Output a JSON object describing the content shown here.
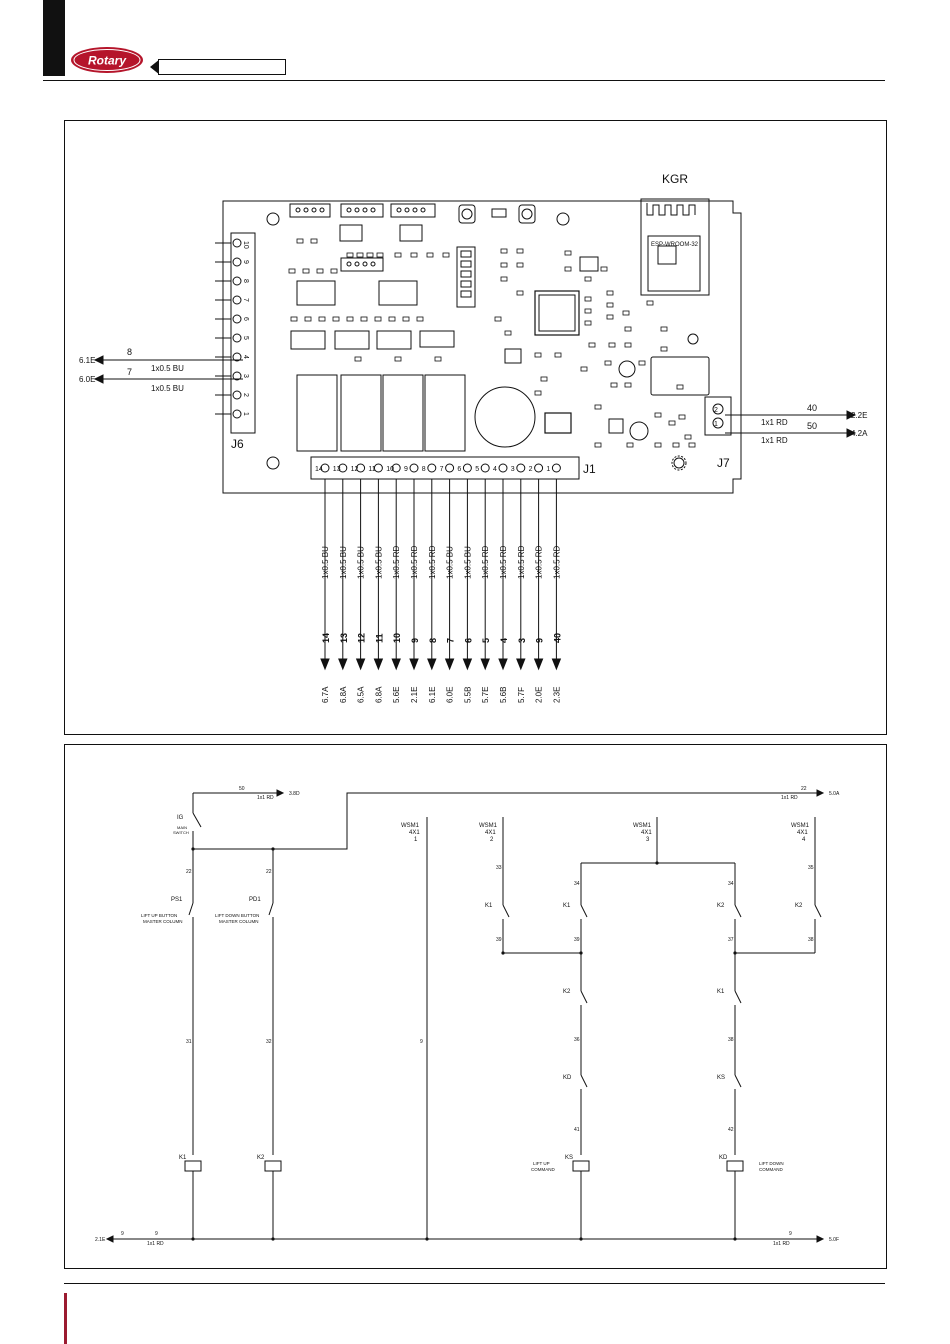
{
  "header": {
    "logo_text": "Rotary",
    "title_box_text": ""
  },
  "board": {
    "title": "KGR",
    "module_label": "ESP-WROOM-32",
    "connectors": {
      "j6": "J6",
      "j7": "J7",
      "j1": "J1"
    },
    "j6_pins": [
      "10",
      "9",
      "8",
      "7",
      "6",
      "5",
      "4",
      "3",
      "2",
      "1"
    ],
    "j1_pins": [
      "14",
      "13",
      "12",
      "11",
      "10",
      "9",
      "8",
      "7",
      "6",
      "5",
      "4",
      "3",
      "2",
      "1"
    ],
    "j7_pins": [
      "2",
      "1"
    ]
  },
  "left_wires": [
    {
      "num": "8",
      "spec": "1x0.5  BU",
      "ref": "6.1E"
    },
    {
      "num": "7",
      "spec": "1x0.5  BU",
      "ref": "6.0E"
    }
  ],
  "right_wires": [
    {
      "num": "40",
      "spec": "1x1  RD",
      "ref": "2.2E"
    },
    {
      "num": "50",
      "spec": "1x1  RD",
      "ref": "4.2A"
    }
  ],
  "bottom_wires": [
    {
      "spec": "1x0.5  BU",
      "num": "14",
      "ref": "6.7A"
    },
    {
      "spec": "1x0.5  BU",
      "num": "13",
      "ref": "6.8A"
    },
    {
      "spec": "1x0.5  BU",
      "num": "12",
      "ref": "6.5A"
    },
    {
      "spec": "1x0.5  BU",
      "num": "11",
      "ref": "6.8A"
    },
    {
      "spec": "1x0.5  RD",
      "num": "10",
      "ref": "5.6E"
    },
    {
      "spec": "1x0.5  RD",
      "num": "9",
      "ref": "2.1E"
    },
    {
      "spec": "1x0.5  RD",
      "num": "8",
      "ref": "6.1E"
    },
    {
      "spec": "1x0.5  BU",
      "num": "7",
      "ref": "6.0E"
    },
    {
      "spec": "1x0.5  BU",
      "num": "6",
      "ref": "5.5B"
    },
    {
      "spec": "1x0.5  RD",
      "num": "5",
      "ref": "5.7E"
    },
    {
      "spec": "1x0.5  RD",
      "num": "4",
      "ref": "5.6B"
    },
    {
      "spec": "1x0.5  RD",
      "num": "3",
      "ref": "5.7F"
    },
    {
      "spec": "1x0.5  RD",
      "num": "9",
      "ref": "2.0E"
    },
    {
      "spec": "1x0.5  RD",
      "num": "40",
      "ref": "2.3E"
    }
  ],
  "schematic": {
    "top_left_wire": {
      "num": "50",
      "spec": "1x1  RD",
      "ref": "3.8D"
    },
    "top_right_wire": {
      "num": "22",
      "spec": "1x1  RD",
      "ref": "5.0A"
    },
    "bottom_left_wire": {
      "ref": "2.1E",
      "num": "9",
      "num2": "9",
      "spec": "1x1  RD"
    },
    "bottom_right_wire": {
      "num": "9",
      "spec": "1x1  RD",
      "ref": "5.0F"
    },
    "main_switch": {
      "tag": "IG",
      "label1": "MAIN",
      "label2": "SWITCH"
    },
    "ps1": {
      "tag": "PS1",
      "label1": "LIFT UP BUTTON",
      "label2": "MASTER COLUMN"
    },
    "pd1": {
      "tag": "PD1",
      "label1": "LIFT DOWN BUTTON",
      "label2": "MASTER COLUMN"
    },
    "wsm": [
      {
        "tag": "WSM1",
        "sub": "4X1",
        "idx": "1"
      },
      {
        "tag": "WSM1",
        "sub": "4X1",
        "idx": "2"
      },
      {
        "tag": "WSM1",
        "sub": "4X1",
        "idx": "3"
      },
      {
        "tag": "WSM1",
        "sub": "4X1",
        "idx": "4"
      }
    ],
    "contacts": {
      "k1a": "K1",
      "k1b": "K1",
      "k2a": "K2",
      "k2b": "K2",
      "k2c": "K2",
      "k1c": "K1",
      "kd": "KD",
      "ks": "KS"
    },
    "coils": {
      "k1": "K1",
      "k2": "K2",
      "ks": "KS",
      "kd": "KD",
      "ks_label1": "LIFT UP",
      "ks_label2": "COMMAND",
      "kd_label1": "LIFT DOWN",
      "kd_label2": "COMMAND"
    },
    "wire_nums": {
      "w22a": "22",
      "w22b": "22",
      "w31": "31",
      "w32": "32",
      "w33": "33",
      "w34a": "34",
      "w34b": "34",
      "w35": "35",
      "w36": "36",
      "w37": "37",
      "w38a": "38",
      "w38b": "38",
      "w39a": "39",
      "w39b": "39",
      "w41": "41",
      "w42": "42",
      "w9": "9",
      "spec": "1x1  RD"
    }
  }
}
